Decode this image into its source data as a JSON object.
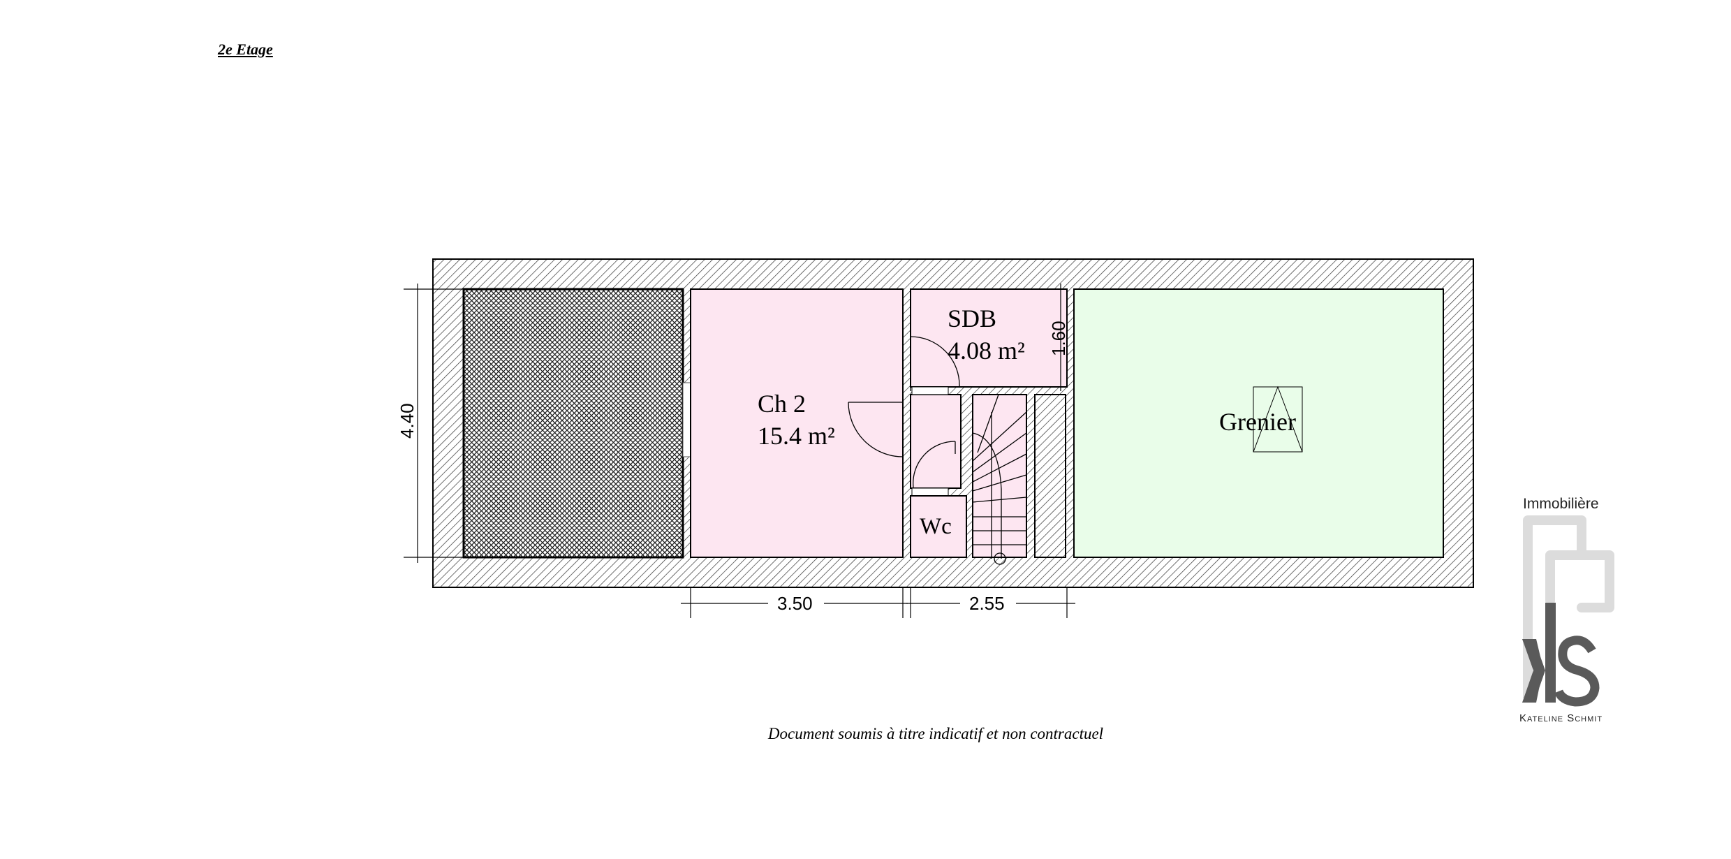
{
  "title": "2e Etage",
  "rooms": {
    "ch2": {
      "name": "Ch 2",
      "area": "15.4 m²"
    },
    "sdb": {
      "name": "SDB",
      "area": "4.08 m²"
    },
    "wc": {
      "name": "Wc"
    },
    "grenier": {
      "name": "Grenier"
    }
  },
  "dimensions": {
    "height": "4.40",
    "ch2_width": "3.50",
    "middle_width": "2.55",
    "sdb_depth": "1.60"
  },
  "footer": "Document soumis à titre indicatif et non contractuel",
  "logo": {
    "top": "Immobilière",
    "bottom": "Kateline Schmit"
  },
  "colors": {
    "pink": "#fde6f1",
    "green": "#e9fde9",
    "logo_light": "#dcdcdc",
    "logo_dark": "#5a5a5a"
  }
}
